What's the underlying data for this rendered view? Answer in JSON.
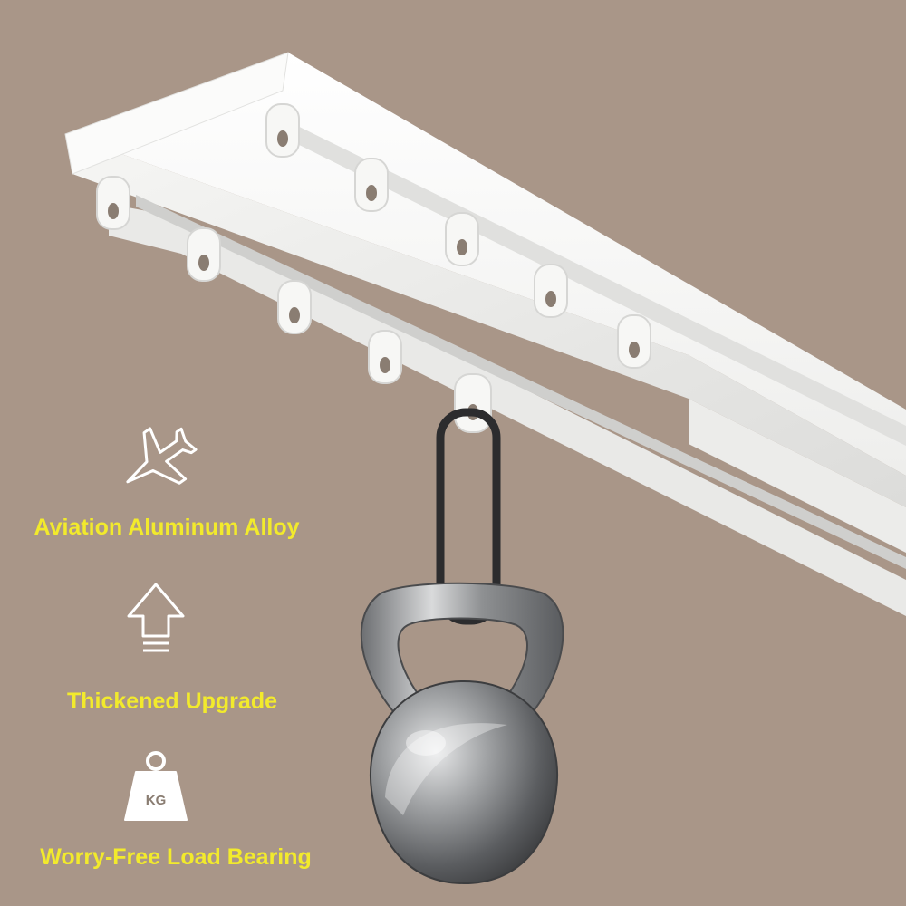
{
  "colors": {
    "background": "#a99688",
    "label_yellow": "#f2ea2c",
    "rail_white": "#f4f4f2",
    "metal": "#8e9092",
    "chain": "#2c2c2e"
  },
  "features": [
    {
      "icon": "airplane-icon",
      "label": "Aviation Aluminum Alloy"
    },
    {
      "icon": "up-arrow-icon",
      "label": "Thickened Upgrade"
    },
    {
      "icon": "weight-icon",
      "label": "Worry-Free Load Bearing",
      "badge": "KG"
    }
  ]
}
